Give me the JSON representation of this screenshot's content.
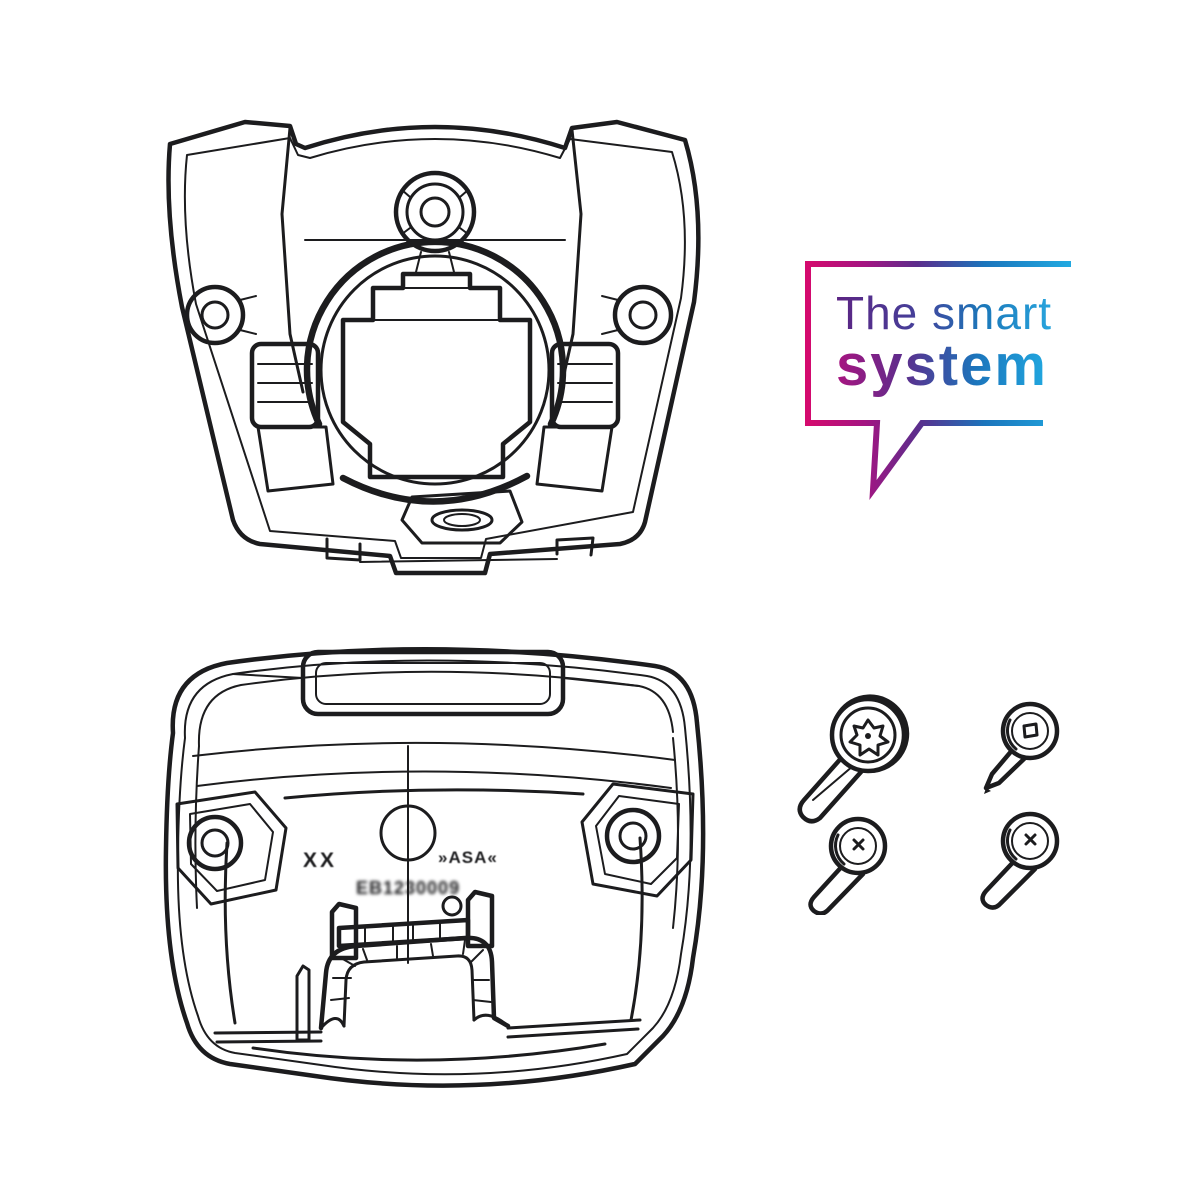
{
  "canvas": {
    "background": "#ffffff",
    "line_color": "#1c1c1e"
  },
  "badge": {
    "line1": "The smart",
    "line2": "system",
    "gradient": {
      "start": "#d40a6e",
      "purple": "#5c2d8c",
      "blue": "#1b75bc",
      "end": "#21a8e0"
    }
  },
  "drawings": {
    "front_view": {
      "name": "display-mount-front-view"
    },
    "back_view": {
      "name": "display-mount-back-view",
      "markings": {
        "left": "XX",
        "material": "»ASA«",
        "part_number": "EB1230009"
      }
    },
    "screws": [
      {
        "name": "torx-screw-large"
      },
      {
        "name": "self-tapping-screw-small"
      },
      {
        "name": "pan-head-screw-left"
      },
      {
        "name": "pan-head-screw-right"
      }
    ]
  }
}
